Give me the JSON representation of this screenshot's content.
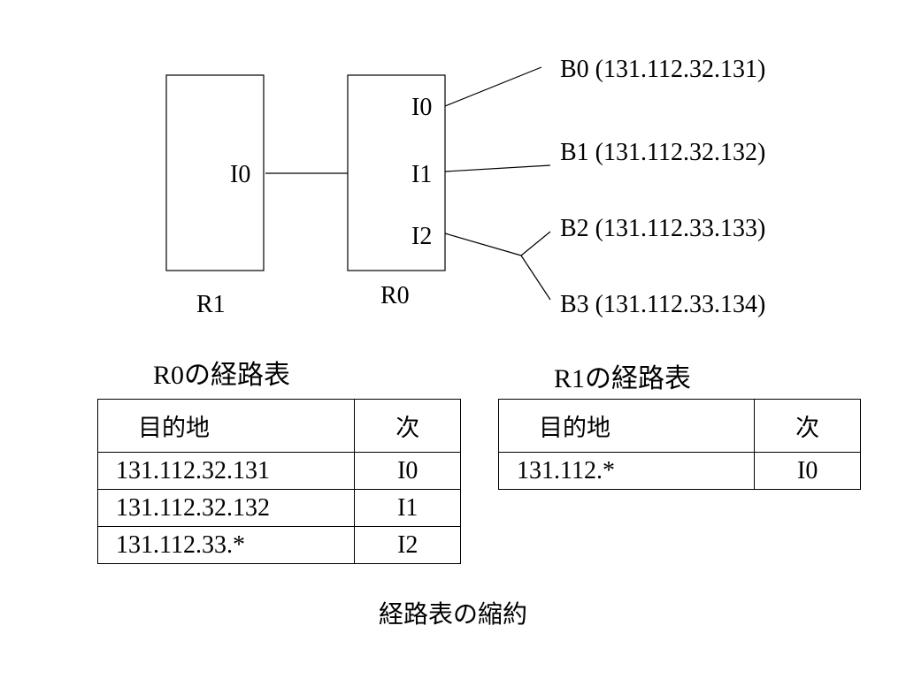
{
  "diagram": {
    "routers": [
      {
        "name": "R1",
        "interfaces": [
          "I0"
        ]
      },
      {
        "name": "R0",
        "interfaces": [
          "I0",
          "I1",
          "I2"
        ]
      }
    ],
    "hosts": [
      "B0 (131.112.32.131)",
      "B1 (131.112.32.132)",
      "B2 (131.112.33.133)",
      "B3 (131.112.33.134)"
    ]
  },
  "tables": {
    "r0": {
      "title": "R0の経路表",
      "headers": [
        "目的地",
        "次"
      ],
      "rows": [
        [
          "131.112.32.131",
          "I0"
        ],
        [
          "131.112.32.132",
          "I1"
        ],
        [
          "131.112.33.*",
          "I2"
        ]
      ]
    },
    "r1": {
      "title": "R1の経路表",
      "headers": [
        "目的地",
        "次"
      ],
      "rows": [
        [
          "131.112.*",
          "I0"
        ]
      ]
    }
  },
  "caption": "経路表の縮約"
}
